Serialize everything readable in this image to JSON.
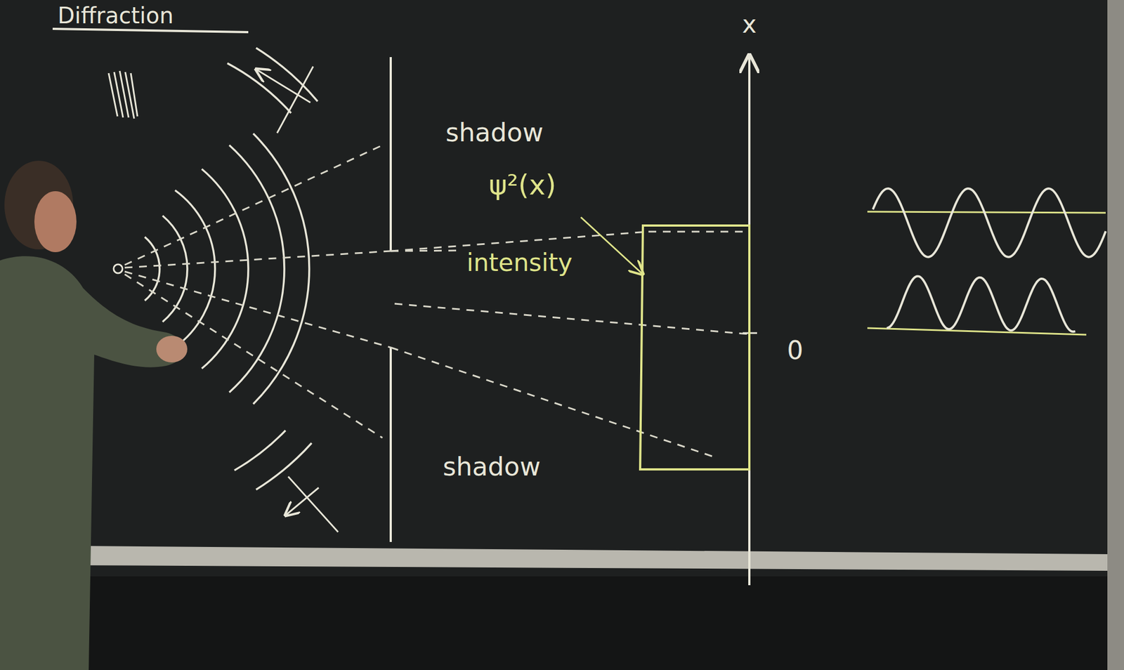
{
  "diagram": {
    "title": "Diffraction",
    "labels": [
      "shadow",
      "ψ²(x)",
      "intensity",
      "shadow",
      "x",
      "0"
    ]
  }
}
